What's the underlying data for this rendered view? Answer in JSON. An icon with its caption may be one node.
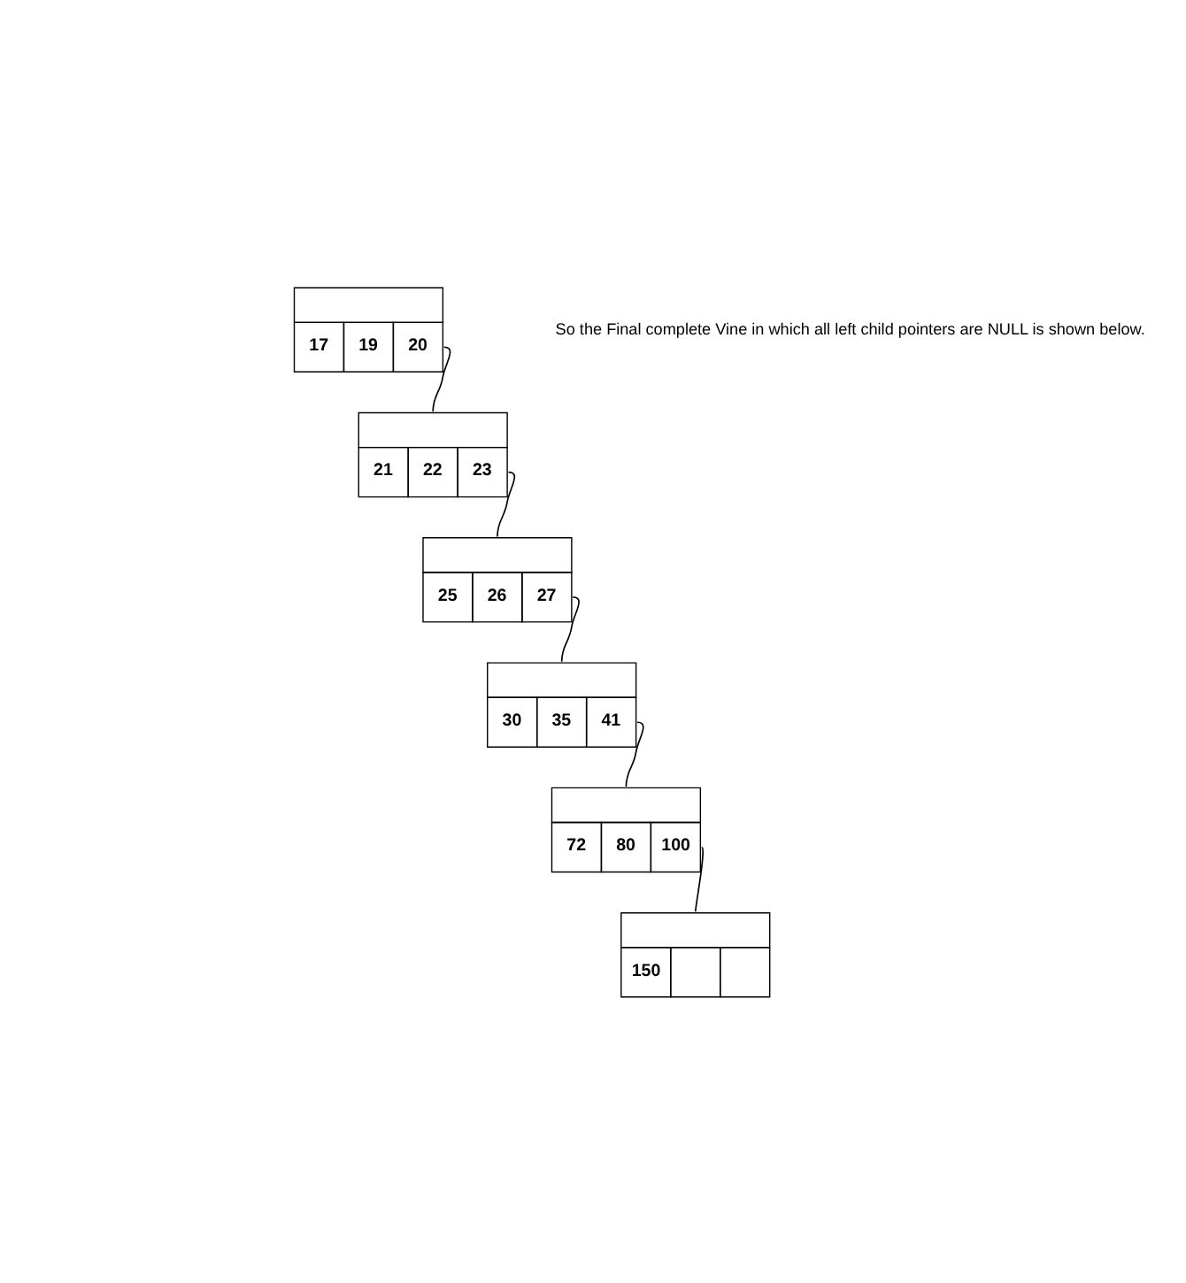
{
  "diagram": {
    "nodes": [
      {
        "text": [
          "17",
          "19",
          "20"
        ]
      },
      {
        "text": [
          "21",
          "22",
          "23"
        ]
      },
      {
        "text": [
          "25",
          "26",
          "27"
        ]
      },
      {
        "text": [
          "30",
          "35",
          "41"
        ]
      },
      {
        "text": [
          "72",
          "80",
          "100"
        ]
      },
      {
        "text": [
          "150"
        ]
      }
    ],
    "edges": [
      {
        "from": 0,
        "to": 1,
        "arrow": "none"
      },
      {
        "from": 1,
        "to": 2,
        "arrow": "none"
      },
      {
        "from": 2,
        "to": 3,
        "arrow": "none"
      },
      {
        "from": 3,
        "to": 4,
        "arrow": "none"
      },
      {
        "from": 4,
        "to": 5,
        "arrow": "none"
      }
    ],
    "labels": [
      "So the Final complete Vine in which all left child pointers are NULL is shown below."
    ]
  }
}
